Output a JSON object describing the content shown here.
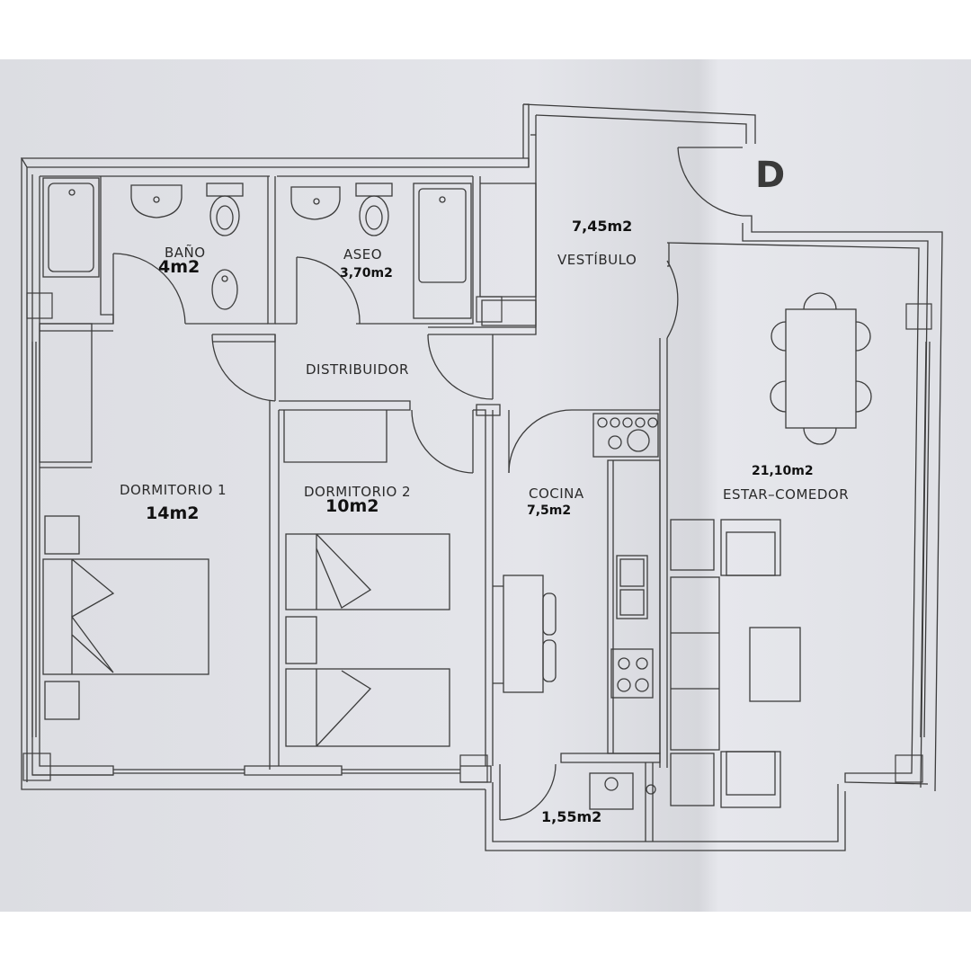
{
  "unit_tag": "D",
  "rooms": {
    "bano": {
      "name": "BAÑO",
      "area": "4m2"
    },
    "aseo": {
      "name": "ASEO",
      "area": "3,70m2"
    },
    "vestibulo": {
      "name": "VESTÍBULO",
      "area": "7,45m2"
    },
    "distribuidor": {
      "name": "DISTRIBUIDOR"
    },
    "dormitorio1": {
      "name": "DORMITORIO 1",
      "area": "14m2"
    },
    "dormitorio2": {
      "name": "DORMITORIO 2",
      "area": "10m2"
    },
    "cocina": {
      "name": "COCINA",
      "area": "7,5m2"
    },
    "estar": {
      "name": "ESTAR–COMEDOR",
      "area": "21,10m2"
    },
    "lavadero": {
      "area": "1,55m2"
    }
  },
  "colors": {
    "line": "#3c3c3c",
    "paper": "#e1e2e7"
  }
}
